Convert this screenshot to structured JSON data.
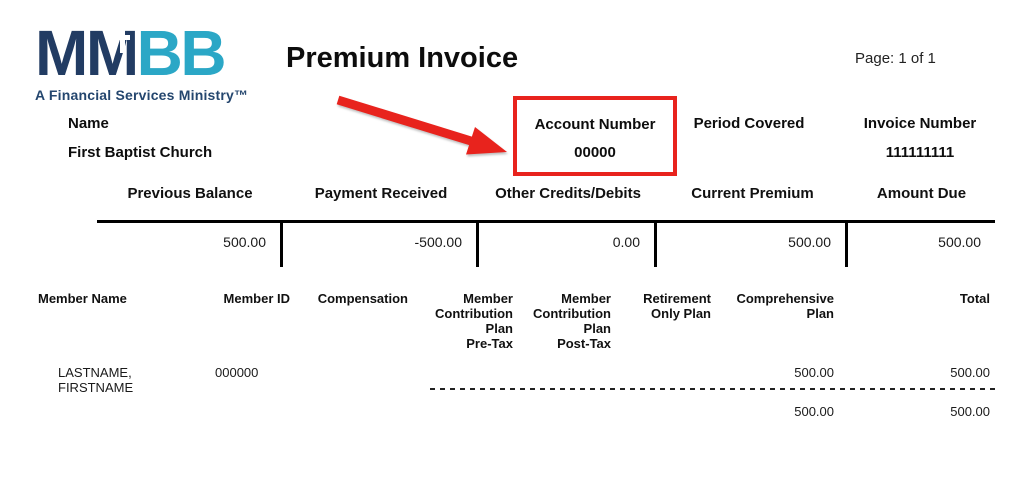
{
  "header": {
    "logo": {
      "mm": "MM",
      "bb": "BB",
      "tagline": "A Financial Services Ministry™",
      "navy": "#223c63",
      "teal": "#2ba7c6"
    },
    "title": "Premium Invoice",
    "page_label": "Page: 1 of 1"
  },
  "invoice_info": {
    "name_label": "Name",
    "name_value": "First Baptist Church",
    "account_number_label": "Account Number",
    "account_number_value": "00000",
    "period_covered_label": "Period Covered",
    "invoice_number_label": "Invoice Number",
    "invoice_number_value": "111111111",
    "annotation": {
      "highlight_color": "#e8231d",
      "shapes": [
        "red-arrow",
        "red-box-around-account-number"
      ]
    }
  },
  "summary": {
    "columns": [
      {
        "label": "Previous Balance",
        "value": "500.00"
      },
      {
        "label": "Payment Received",
        "value": "-500.00"
      },
      {
        "label": "Other Credits/Debits",
        "value": "0.00"
      },
      {
        "label": "Current Premium",
        "value": "500.00"
      },
      {
        "label": "Amount Due",
        "value": "500.00"
      }
    ]
  },
  "member_table": {
    "headers": [
      "Member Name",
      "Member ID",
      "Compensation",
      "Member\nContribution\nPlan\nPre-Tax",
      "Member\nContribution\nPlan\nPost-Tax",
      "Retirement\nOnly Plan",
      "Comprehensive\nPlan",
      "Total"
    ],
    "rows": [
      [
        "LASTNAME, FIRSTNAME",
        "000000",
        "",
        "",
        "",
        "",
        "500.00",
        "500.00"
      ]
    ],
    "totals": [
      "",
      "",
      "",
      "",
      "",
      "",
      "500.00",
      "500.00"
    ]
  }
}
